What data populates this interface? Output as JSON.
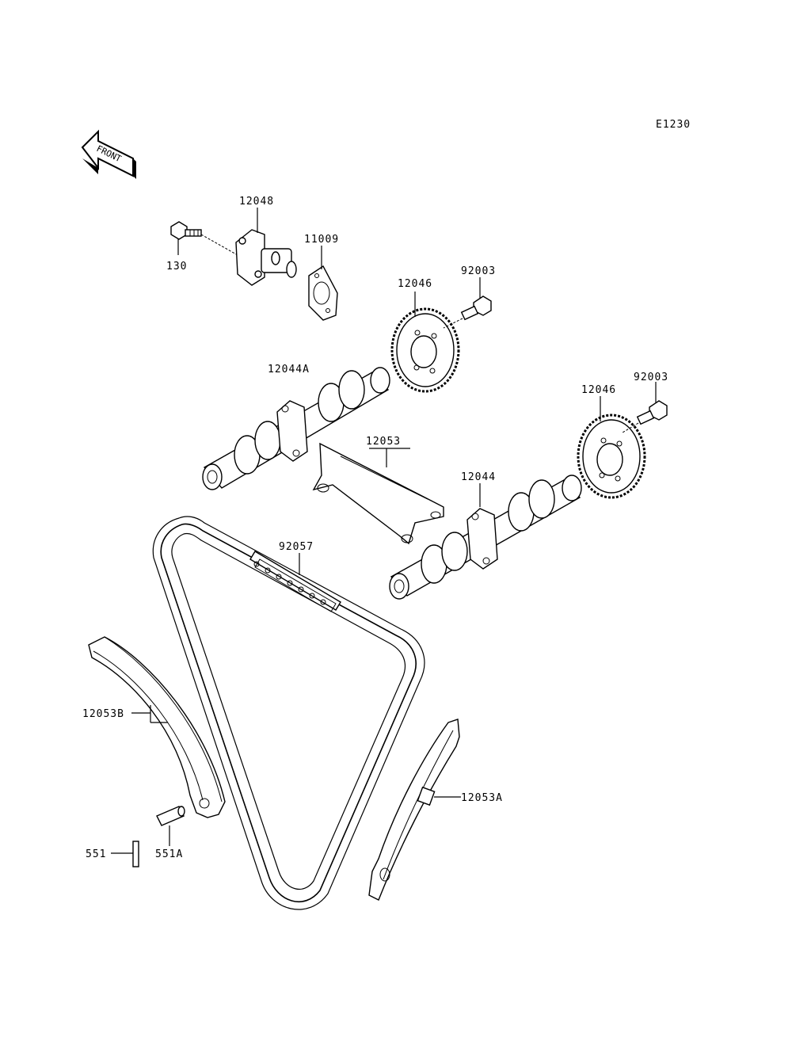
{
  "diagram_code": "E1230",
  "front_arrow_text": "FRONT",
  "callouts": {
    "p12048": "12048",
    "p130": "130",
    "p11009": "11009",
    "p12046_upper": "12046",
    "p92003_upper": "92003",
    "p12044A": "12044A",
    "p12053": "12053",
    "p92003_lower": "92003",
    "p12046_lower": "12046",
    "p12044": "12044",
    "p92057": "92057",
    "p12053B": "12053B",
    "p12053A": "12053A",
    "p551": "551",
    "p551A": "551A"
  }
}
